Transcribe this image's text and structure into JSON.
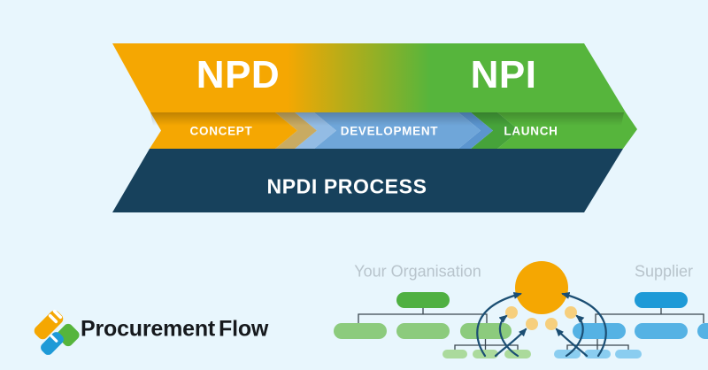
{
  "palette": {
    "background": "#E8F6FD",
    "orange": "#F5A702",
    "tan": "#C9AB62",
    "blue_light": "#93BCE4",
    "blue": "#6FA6D9",
    "blue_deep": "#5B95CF",
    "green_deep": "#46A33A",
    "green": "#56B53C",
    "navy": "#17415C",
    "white": "#FFFFFF",
    "tree_line": "#3A4750",
    "arrow": "#1B4E73",
    "org_green_1": "#4FB042",
    "org_green_2": "#8CCB7D",
    "org_green_3": "#ABDA9C",
    "org_blue_1": "#1E9AD7",
    "org_blue_2": "#55B2E4",
    "org_blue_3": "#8ACDF0",
    "circle_orange": "#F5A702",
    "dot_orange": "#F6CF7D",
    "label_gray": "#B8C4CC",
    "brand_text": "#16191D",
    "logo_orange": "#F5A702",
    "logo_green": "#56B53C",
    "logo_blue": "#1E9AD7"
  },
  "banner": {
    "npd_label": "NPD",
    "npi_label": "NPI",
    "stages": [
      {
        "label": "CONCEPT",
        "color": "#F5A702"
      },
      {
        "label": "DEVELOPMENT",
        "color": "#6FA6D9"
      },
      {
        "label": "LAUNCH",
        "color": "#56B53C"
      }
    ],
    "process_label": "NPDI PROCESS"
  },
  "org_chart": {
    "left_label": "Your Organisation",
    "right_label": "Supplier"
  },
  "brand": {
    "name": "ProcurementFlow",
    "name_part1": "Procurement",
    "name_part2": "Flow"
  }
}
